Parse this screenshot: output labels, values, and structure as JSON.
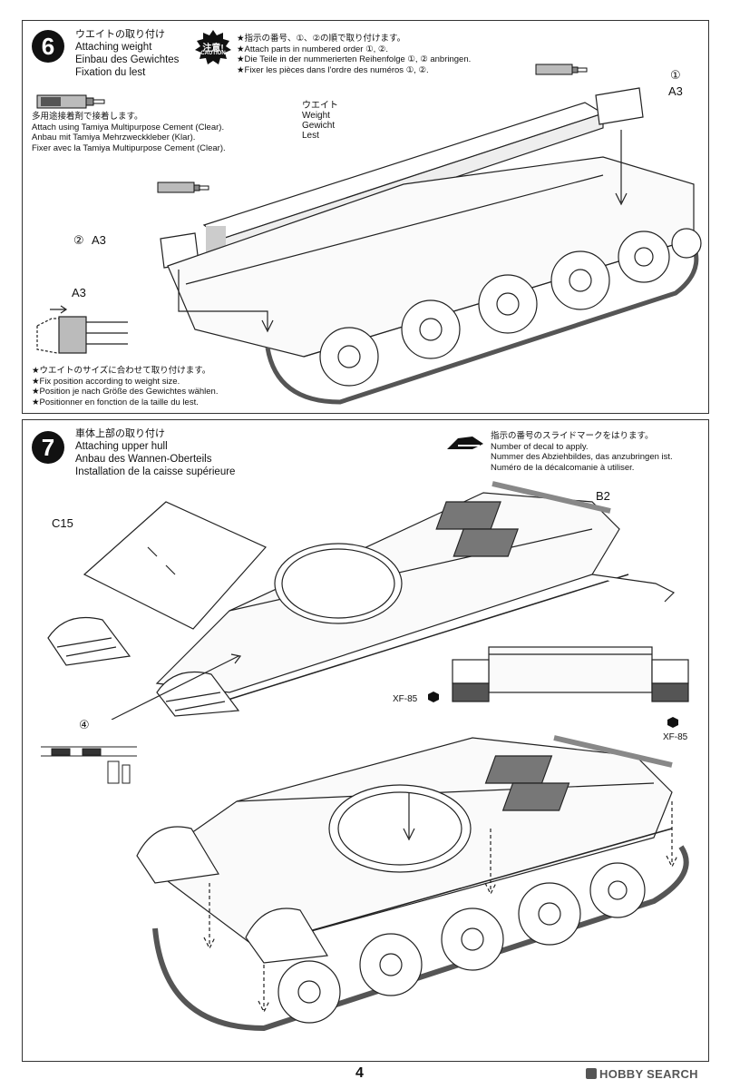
{
  "step6": {
    "number": "6",
    "title_jp": "ウエイトの取り付け",
    "title_en": "Attaching weight",
    "title_de": "Einbau des Gewichtes",
    "title_fr": "Fixation du lest",
    "caution_badge": "注意!",
    "caution_badge_en": "CAUTION",
    "caution_lines": [
      "★指示の番号、①、②の順で取り付けます。",
      "★Attach parts in numbered order ①, ②.",
      "★Die Teile in der nummerierten Reihenfolge ①, ② anbringen.",
      "★Fixer les pièces dans l'ordre des numéros ①, ②."
    ],
    "cement_lines": [
      "多用途接着剤で接着します。",
      "Attach using Tamiya Multipurpose Cement (Clear).",
      "Anbau mit Tamiya Mehrzweckkleber (Klar).",
      "Fixer avec la Tamiya Multipurpose Cement (Clear)."
    ],
    "weight_label": [
      "ウエイト",
      "Weight",
      "Gewicht",
      "Lest"
    ],
    "part_a3": "A3",
    "order_1": "①",
    "order_2": "②",
    "inset_label": "A3",
    "position_lines": [
      "★ウエイトのサイズに合わせて取り付けます。",
      "★Fix position according to weight size.",
      "★Position je nach Größe des Gewichtes wählen.",
      "★Positionner en fonction de la taille du lest."
    ]
  },
  "step7": {
    "number": "7",
    "title_jp": "車体上部の取り付け",
    "title_en": "Attaching upper hull",
    "title_de": "Anbau des Wannen-Oberteils",
    "title_fr": "Installation de la caisse supérieure",
    "decal_lines": [
      "指示の番号のスライドマークをはります。",
      "Number of decal to apply.",
      "Nummer des Abziehbildes, das anzubringen ist.",
      "Numéro de la décalcomanie à utiliser."
    ],
    "part_b2": "B2",
    "part_c15": "C15",
    "decal_number": "④",
    "paint_left": "XF-85",
    "paint_right": "XF-85"
  },
  "footer": {
    "page_number": "4",
    "watermark": "HOBBY SEARCH"
  }
}
